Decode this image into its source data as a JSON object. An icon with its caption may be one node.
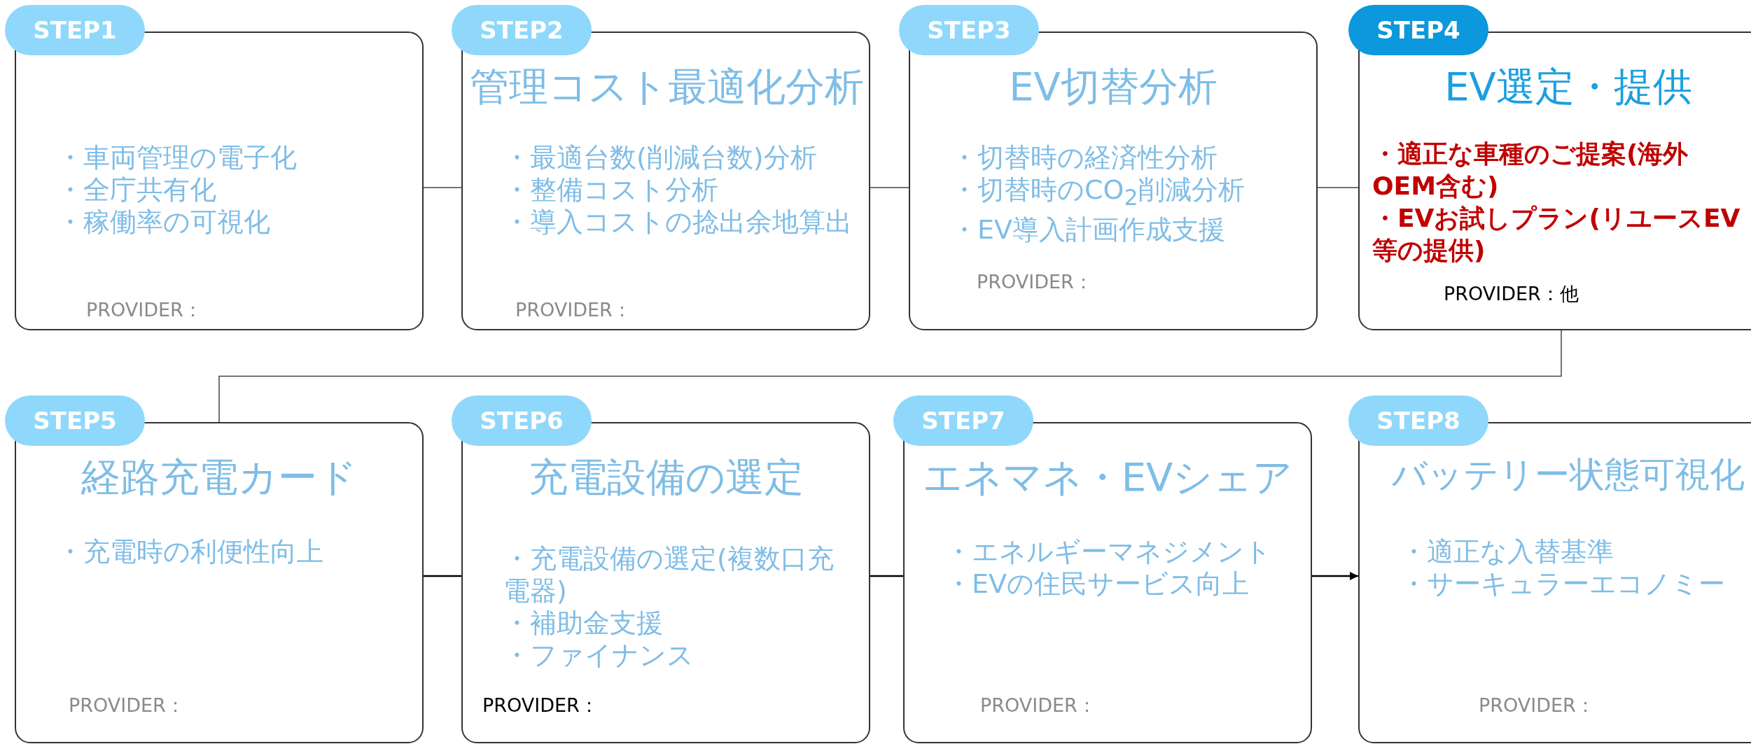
{
  "diagram": {
    "nodes": [
      {
        "text": [
          "STEP1",
          "・車両管理の電子化",
          "・全庁共有化",
          "・稼働率の可視化",
          "PROVIDER："
        ]
      },
      {
        "text": [
          "STEP2",
          "管理コスト最適化分析",
          "・最適台数(削減台数)分析",
          "・整備コスト分析",
          "・導入コストの捻出余地算出",
          "PROVIDER："
        ]
      },
      {
        "text": [
          "STEP3",
          "EV切替分析",
          "・切替時の経済性分析",
          "・切替時のCO$_{2}$削減分析",
          "・EV導入計画作成支援",
          "PROVIDER："
        ]
      },
      {
        "text": [
          "STEP4",
          "EV選定・提供",
          "・適正な車種のご提案(海外OEM含む)",
          "・EVお試しプラン(リユースEV等の提供)",
          "PROVIDER：他"
        ]
      },
      {
        "text": [
          "STEP5",
          "経路充電カード",
          "・充電時の利便性向上",
          "PROVIDER："
        ]
      },
      {
        "text": [
          "STEP6",
          "充電設備の選定",
          "・充電設備の選定(複数口充電器)",
          "・補助金支援",
          "・ファイナンス",
          "PROVIDER："
        ]
      },
      {
        "text": [
          "STEP7",
          "エネマネ・EVシェア",
          "・エネルギーマネジメント",
          "・EVの住民サービス向上",
          "PROVIDER："
        ]
      },
      {
        "text": [
          "STEP8",
          "バッテリー状態可視化",
          "・適正な入替基準",
          "・サーキュラーエコノミー",
          "PROVIDER："
        ]
      }
    ],
    "edges": [
      {
        "from": 0,
        "to": 1,
        "arrow": "none"
      },
      {
        "from": 1,
        "to": 2,
        "arrow": "none"
      },
      {
        "from": 2,
        "to": 3,
        "arrow": "none"
      },
      {
        "from": 3,
        "to": 4,
        "arrow": "none"
      },
      {
        "from": 4,
        "to": 5,
        "arrow": "none",
        "color": "#000000"
      },
      {
        "from": 5,
        "to": 6,
        "arrow": "none",
        "color": "#000000"
      },
      {
        "from": 6,
        "to": 7,
        "arrow": "to",
        "color": "#000000"
      }
    ]
  }
}
